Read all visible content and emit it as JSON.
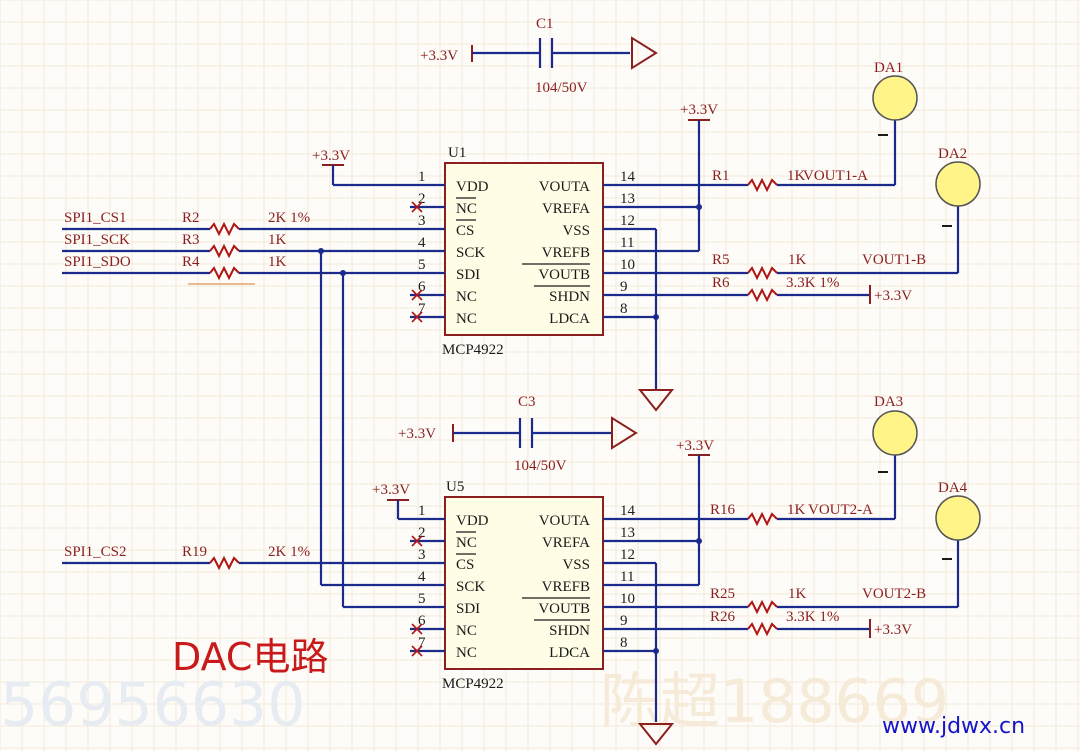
{
  "power": "+3.3V",
  "caps": [
    {
      "ref": "C1",
      "value": "104/50V"
    },
    {
      "ref": "C3",
      "value": "104/50V"
    }
  ],
  "chips": [
    {
      "ref": "U1",
      "part": "MCP4922"
    },
    {
      "ref": "U5",
      "part": "MCP4922"
    }
  ],
  "left_pins": [
    {
      "num": "1",
      "name": "VDD"
    },
    {
      "num": "2",
      "name": "NC"
    },
    {
      "num": "3",
      "name": "CS"
    },
    {
      "num": "4",
      "name": "SCK"
    },
    {
      "num": "5",
      "name": "SDI"
    },
    {
      "num": "6",
      "name": "NC"
    },
    {
      "num": "7",
      "name": "NC"
    }
  ],
  "right_pins": [
    {
      "num": "14",
      "name": "VOUTA"
    },
    {
      "num": "13",
      "name": "VREFA"
    },
    {
      "num": "12",
      "name": "VSS"
    },
    {
      "num": "11",
      "name": "VREFB"
    },
    {
      "num": "10",
      "name": "VOUTB"
    },
    {
      "num": "9",
      "name": "SHDN"
    },
    {
      "num": "8",
      "name": "LDCA"
    }
  ],
  "input_nets": {
    "u1": [
      {
        "net": "SPI1_CS1",
        "ref": "R2",
        "value": "2K 1%"
      },
      {
        "net": "SPI1_SCK",
        "ref": "R3",
        "value": "1K"
      },
      {
        "net": "SPI1_SDO",
        "ref": "R4",
        "value": "1K"
      }
    ],
    "u5": [
      {
        "net": "SPI1_CS2",
        "ref": "R19",
        "value": "2K 1%"
      }
    ]
  },
  "outputs": {
    "u1": {
      "a": {
        "ref": "R1",
        "value": "1K",
        "net": "VOUT1-A",
        "tp": "DA1"
      },
      "b": {
        "ref": "R5",
        "value": "1K",
        "net": "VOUT1-B",
        "tp": "DA2"
      },
      "shdn": {
        "ref": "R6",
        "value": "3.3K 1%"
      }
    },
    "u5": {
      "a": {
        "ref": "R16",
        "value": "1K",
        "net": "VOUT2-A",
        "tp": "DA3"
      },
      "b": {
        "ref": "R25",
        "value": "1K",
        "net": "VOUT2-B",
        "tp": "DA4"
      },
      "shdn": {
        "ref": "R26",
        "value": "3.3K 1%"
      }
    }
  },
  "title": "DAC电路",
  "watermark_left": "56956630",
  "watermark_right": "陈超188669",
  "site": "www.jdwx.cn",
  "colors": {
    "wire": "#1b2a8c",
    "power": "#8b1f1f",
    "title": "#c81a1a",
    "site": "#1414c8",
    "test_point": "#fff488"
  }
}
